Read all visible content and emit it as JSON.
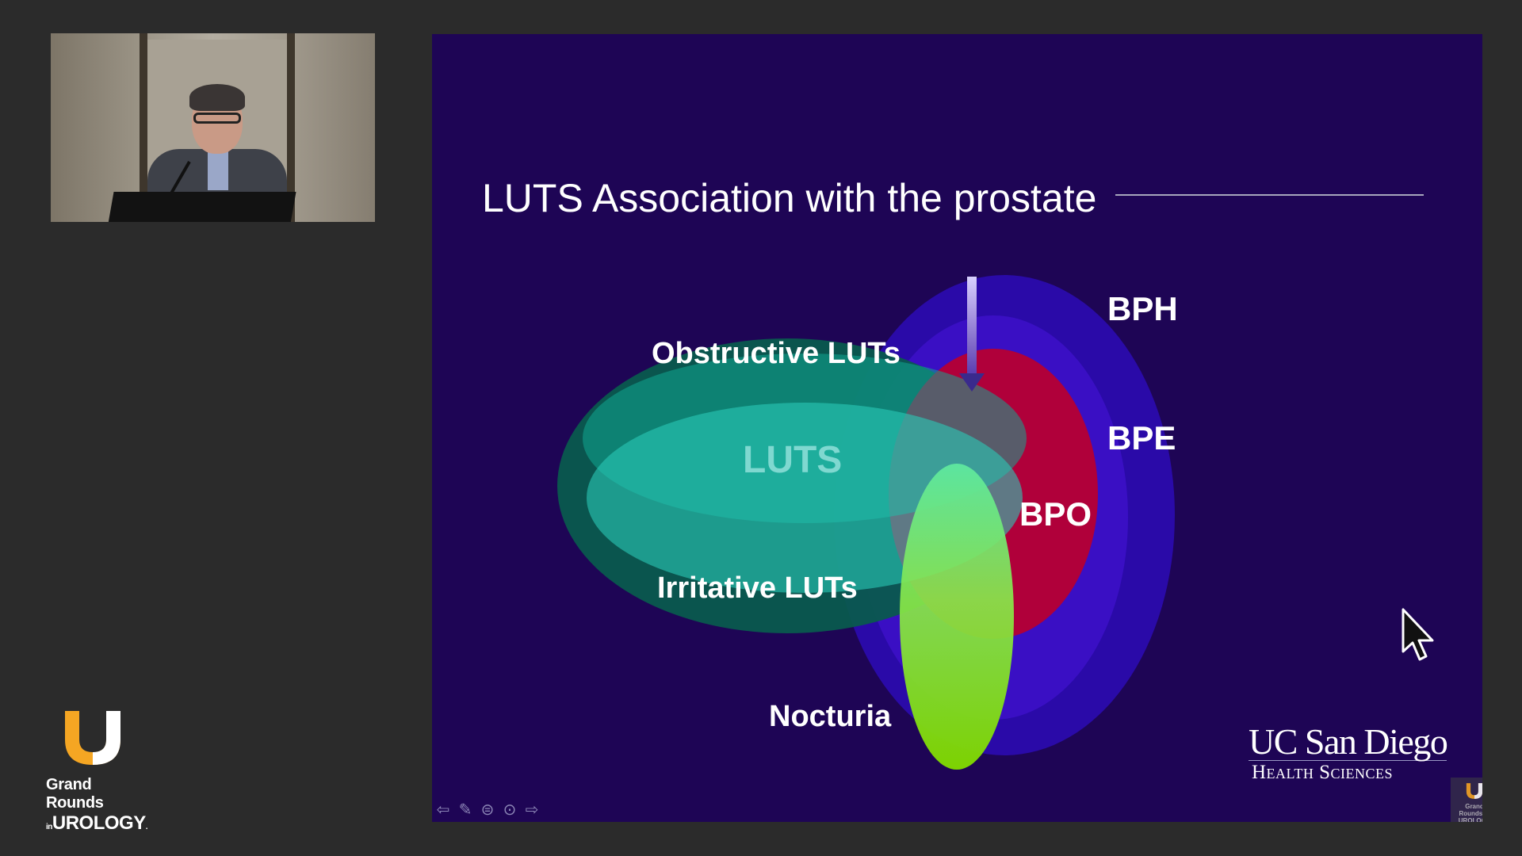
{
  "brand": {
    "line1": "Grand Rounds",
    "line2_prefix": "in",
    "line2": "UROLOGY",
    "line2_suffix": ".",
    "accent_color": "#f5a623"
  },
  "slide": {
    "title": "LUTS Association with the prostate",
    "labels": {
      "obstructive": "Obstructive LUTs",
      "luts": "LUTS",
      "irritative": "Irritative LUTs",
      "nocturia": "Nocturia",
      "bph": "BPH",
      "bpe": "BPE",
      "bpo": "BPO"
    },
    "colors": {
      "background": "#1e0555",
      "bph": "#2a0aa8",
      "bpe": "#3a0fc4",
      "bpo": "#b0003a",
      "luts": "#0a5a4e",
      "obstructive": "#0c9a88",
      "irritative": "#22c7b4",
      "nocturia": "#7fe000"
    },
    "institution": {
      "line1": "UC San Diego",
      "line2": "Health Sciences"
    },
    "nav_icons": [
      "prev-arrow-icon",
      "pen-icon",
      "menu-icon",
      "more-icon",
      "next-arrow-icon"
    ],
    "corner_logo": "Grand Rounds in UROLOGY"
  }
}
